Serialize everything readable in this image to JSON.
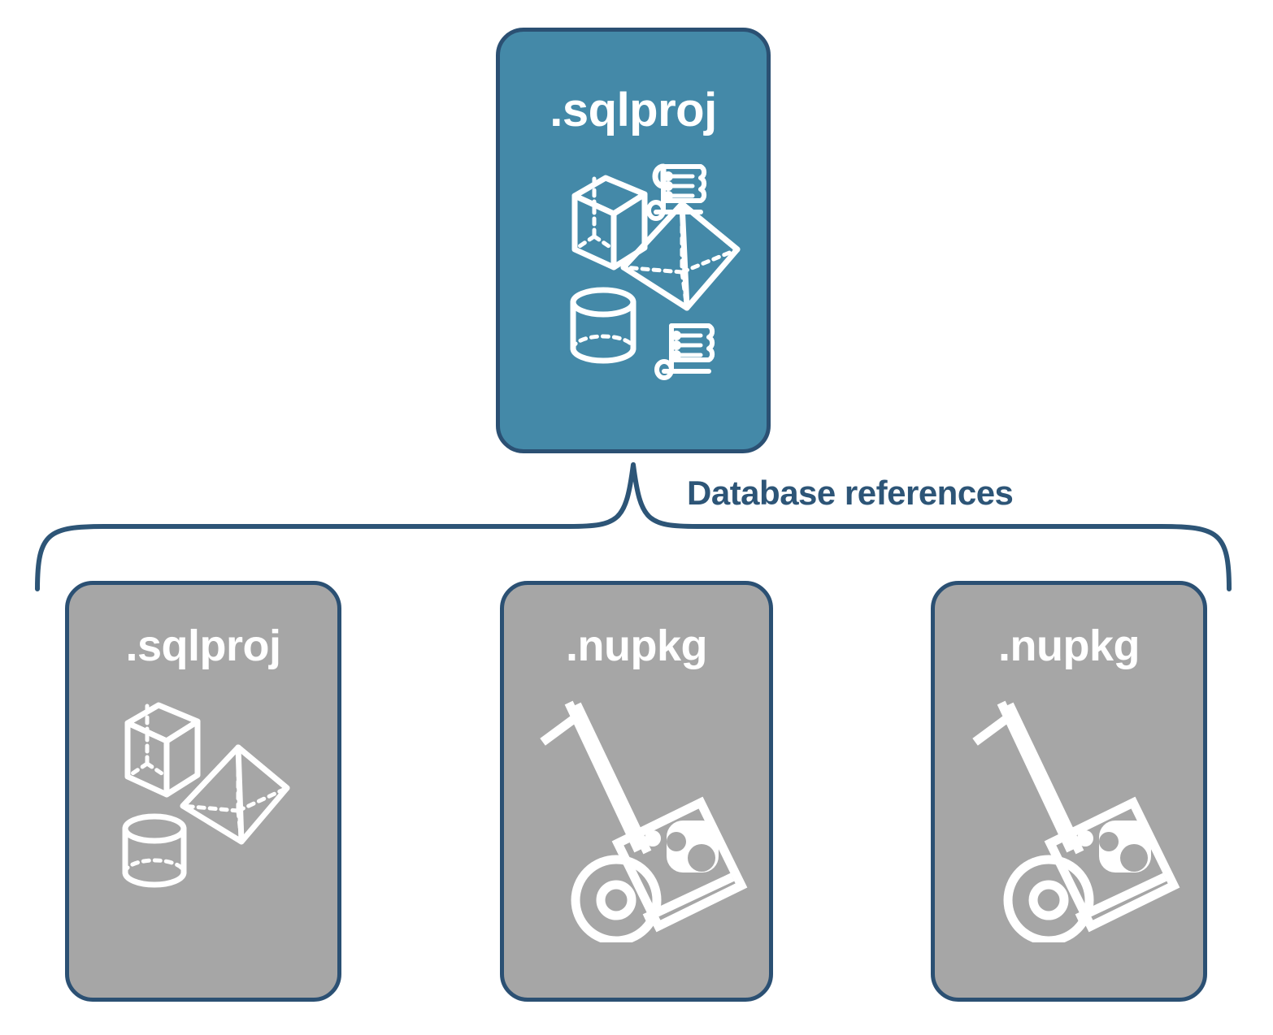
{
  "diagram": {
    "title_text": "Database references",
    "colors": {
      "accent_blue_fill": "#4489A8",
      "gray_fill": "#A6A6A6",
      "border_navy": "#2B5073",
      "label_navy": "#2D5577",
      "icon_white": "#FFFFFF",
      "background": "#FFFFFF"
    },
    "root": {
      "label": ".sqlproj",
      "fill": "blue",
      "icons": [
        "cube-icon",
        "scroll-icon",
        "pyramid-icon",
        "cylinder-icon",
        "scroll-icon"
      ]
    },
    "references": [
      {
        "label": ".sqlproj",
        "fill": "gray",
        "icons": [
          "cube-icon",
          "pyramid-icon",
          "cylinder-icon"
        ]
      },
      {
        "label": ".nupkg",
        "fill": "gray",
        "icons": [
          "nuget-hand-truck-icon"
        ]
      },
      {
        "label": ".nupkg",
        "fill": "gray",
        "icons": [
          "nuget-hand-truck-icon"
        ]
      }
    ]
  }
}
